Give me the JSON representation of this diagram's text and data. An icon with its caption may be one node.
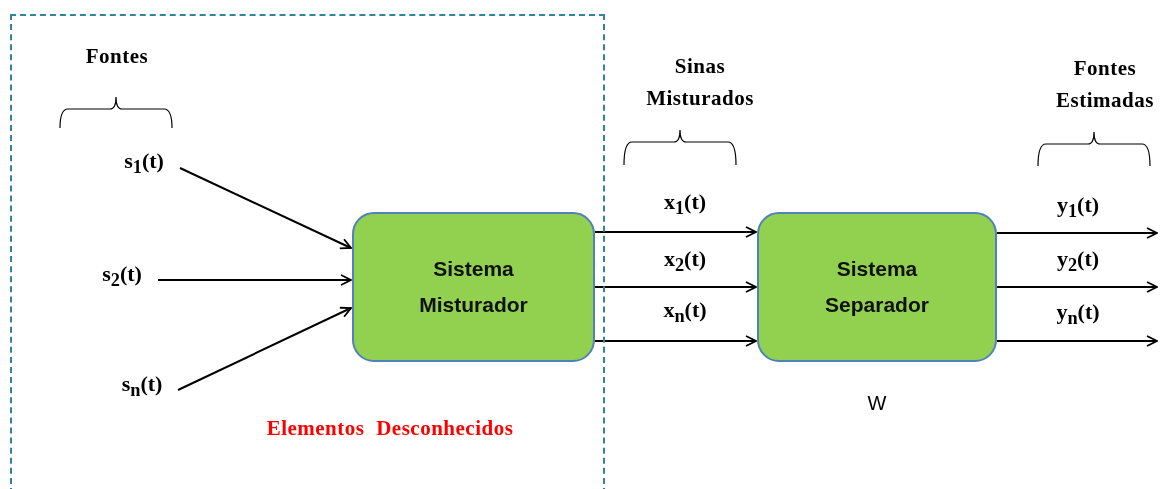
{
  "diagram": {
    "nodes": [
      {
        "text": [
          "Elementos Desconhecidos"
        ]
      },
      {
        "text": [
          "s$_{1}$(t)"
        ],
        "in": 0
      },
      {
        "text": [
          "s$_{2}$(t)"
        ],
        "in": 0
      },
      {
        "text": [
          "s$_{n}$(t)"
        ],
        "in": 0
      },
      {
        "text": [
          "Sistema Misturador"
        ],
        "in": 0
      },
      {
        "text": [
          "Sistema Separador"
        ],
        "beside": [
          "W"
        ]
      }
    ],
    "edges": [
      {
        "from": 1,
        "to": 4,
        "arrow": "to"
      },
      {
        "from": 2,
        "to": 4,
        "arrow": "to"
      },
      {
        "from": 3,
        "to": 4,
        "arrow": "to"
      },
      {
        "from": 4,
        "to": 5,
        "arrow": "to",
        "label": "x$_{1}$(t)"
      },
      {
        "from": 4,
        "to": 5,
        "arrow": "to",
        "label": "x$_{2}$(t)"
      },
      {
        "from": 4,
        "to": 5,
        "arrow": "to",
        "label": "x$_{n}$(t)"
      },
      {
        "from": 5,
        "to": null,
        "arrow": "to",
        "label": "y$_{1}$(t)"
      },
      {
        "from": 5,
        "to": null,
        "arrow": "to",
        "label": "y$_{2}$(t)"
      },
      {
        "from": 5,
        "to": null,
        "arrow": "to",
        "label": "y$_{n}$(t)"
      }
    ],
    "labels": [
      "Fontes",
      "Sinas Misturados",
      "Fontes Estimadas"
    ]
  }
}
